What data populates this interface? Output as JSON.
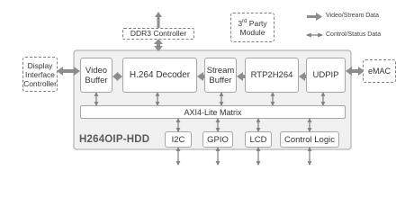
{
  "diagram": {
    "core_name": "H264OIP-HDD",
    "blocks": {
      "video_buffer": [
        "Video",
        "Buffer"
      ],
      "h264_decoder": "H.264 Decoder",
      "stream_buffer": [
        "Stream",
        "Buffer"
      ],
      "rtp2h264": "RTP2H264",
      "udpip": "UDPIP",
      "axi_bus": "AXI4-Lite Matrix",
      "i2c": "I2C",
      "gpio": "GPIO",
      "lcd": "LCD",
      "control_logic": "Control Logic"
    },
    "external": {
      "ddr3": "DDR3 Controller",
      "display": [
        "Display",
        "Interface",
        "Controller"
      ],
      "emac": "eMAC",
      "third_party": {
        "prefix": "3",
        "sup": "rd",
        "party": "Party",
        "module": "Module"
      }
    },
    "legend": {
      "data": "Video/Stream Data",
      "control": "Control/Status Data"
    },
    "colors": {
      "core_fill": "#f0f0f0",
      "border": "#a6a6a6",
      "arrow": "#7f7f7f"
    }
  }
}
